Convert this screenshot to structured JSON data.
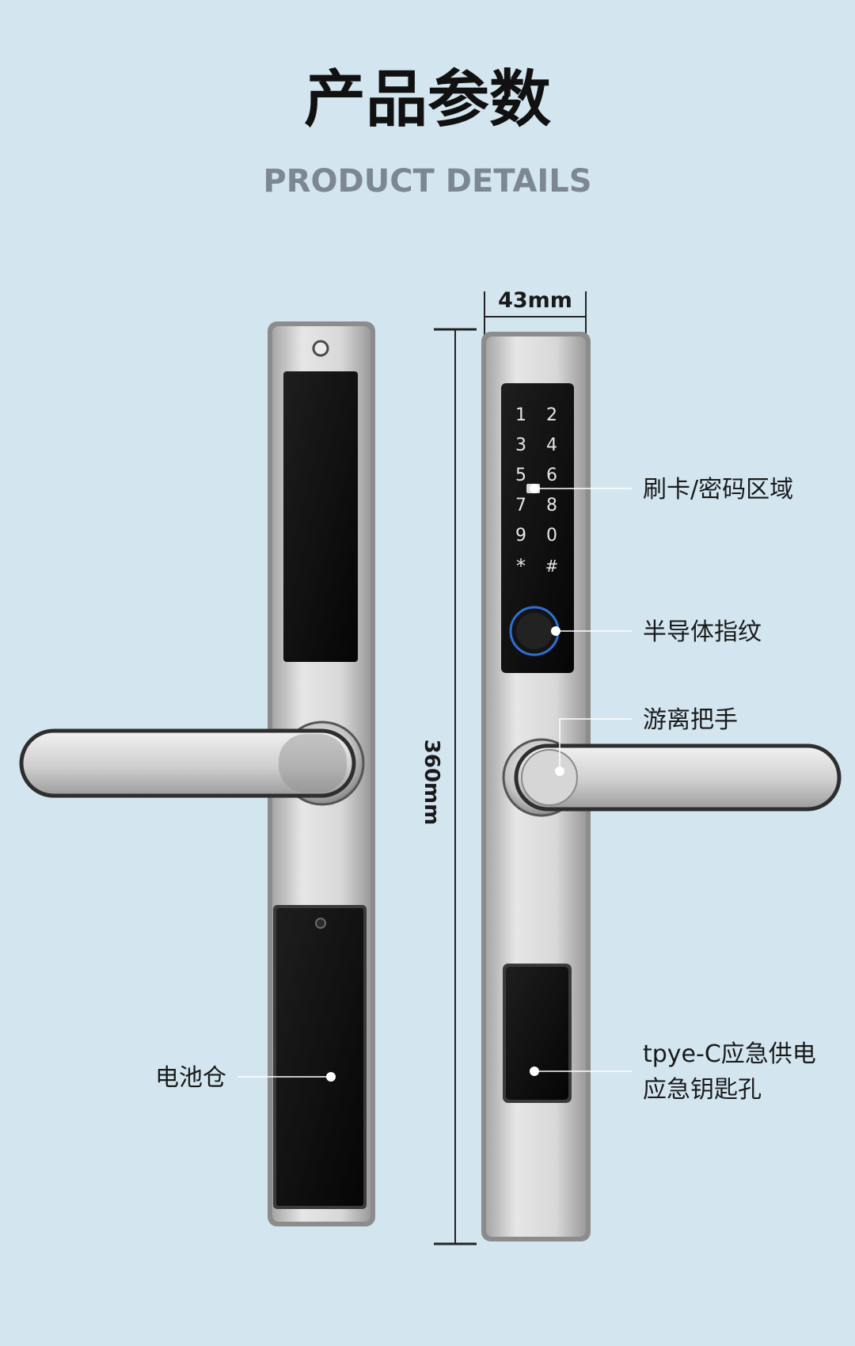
{
  "header": {
    "title": "产品参数",
    "subtitle": "PRODUCT DETAILS"
  },
  "measurements": {
    "width": "43mm",
    "height": "360mm"
  },
  "keypad": {
    "keys": [
      "1",
      "2",
      "3",
      "4",
      "5",
      "6",
      "7",
      "8",
      "9",
      "0",
      "*",
      "#"
    ]
  },
  "callouts": {
    "card_password_area": "刷卡/密码区域",
    "fingerprint": "半导体指纹",
    "free_handle": "游离把手",
    "typec_line1": "tpye-C应急供电",
    "typec_line2": "应急钥匙孔",
    "battery": "电池仓"
  },
  "colors": {
    "background": "#d3e6f0",
    "panel_black": "#0b0b0b",
    "fingerprint_ring": "#2f6fd6",
    "metal": "#d4d4d4"
  }
}
